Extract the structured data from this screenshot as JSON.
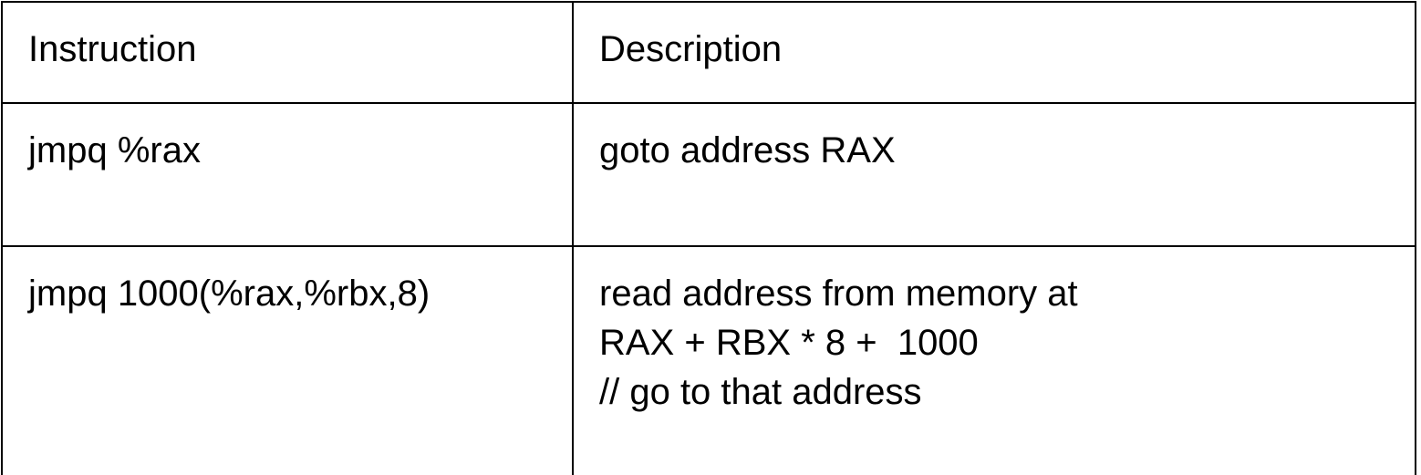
{
  "table": {
    "headers": [
      "Instruction",
      "Description"
    ],
    "rows": [
      {
        "instruction": "jmpq %rax",
        "description_lines": [
          "goto address RAX"
        ]
      },
      {
        "instruction": "jmpq 1000(%rax,%rbx,8)",
        "description_lines": [
          "read address from memory at",
          "RAX + RBX * 8 +  1000",
          "// go to that address"
        ]
      }
    ]
  }
}
